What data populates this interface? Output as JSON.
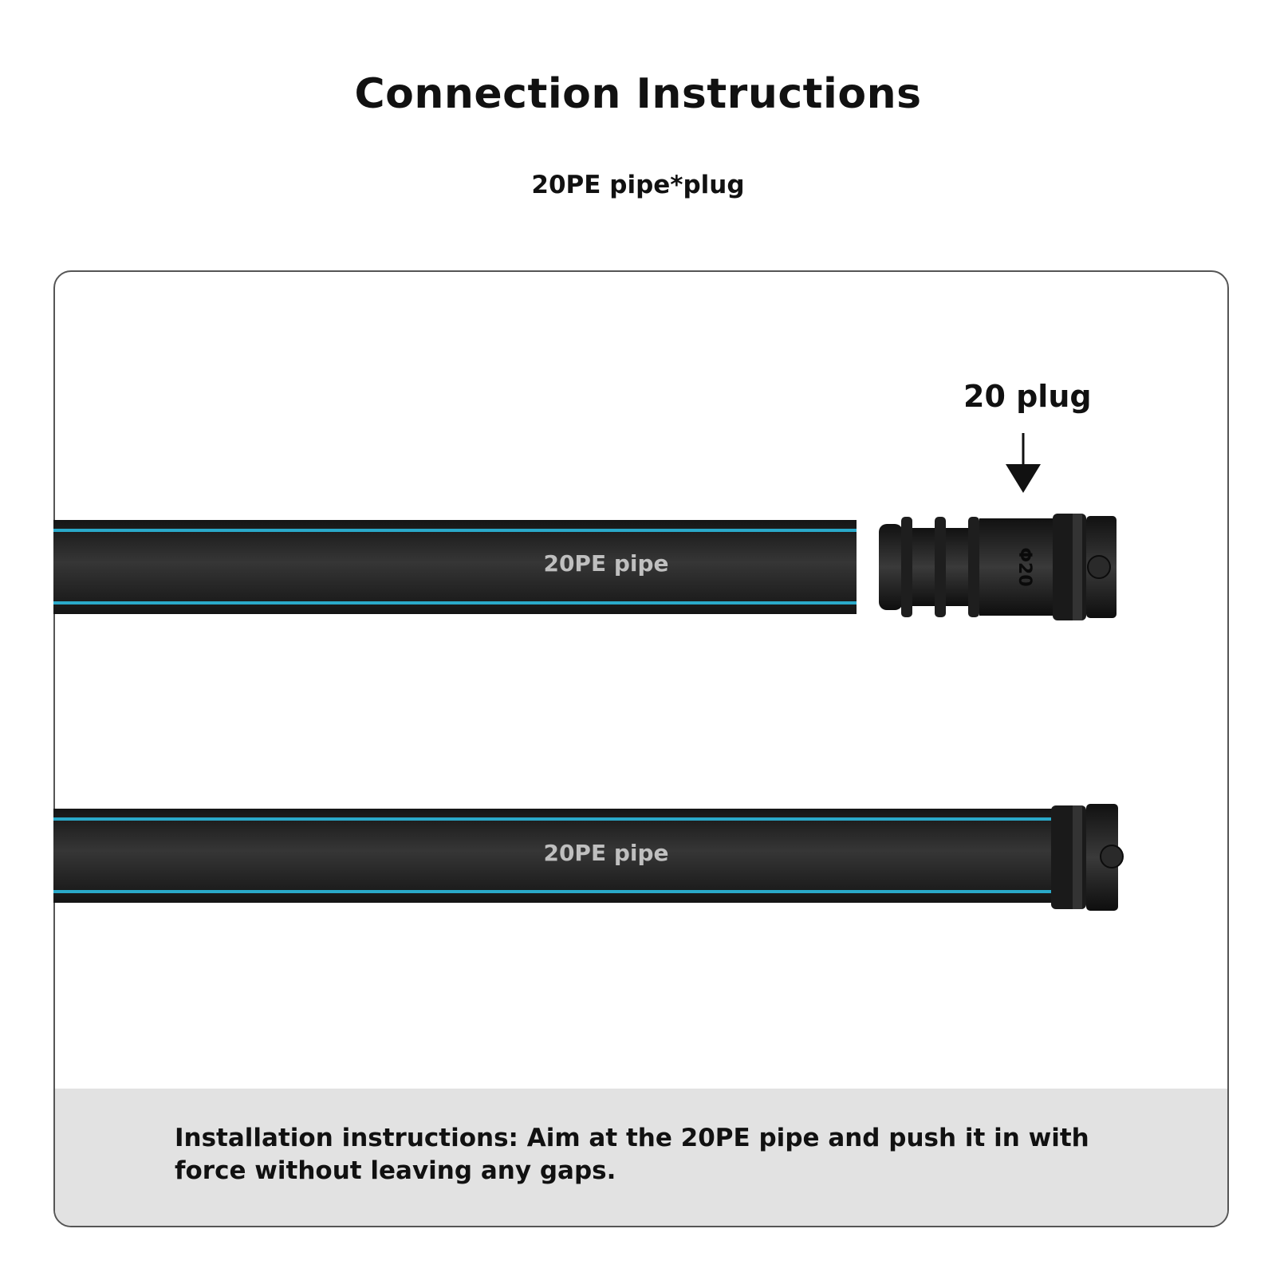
{
  "header": {
    "title": "Connection Instructions",
    "subtitle": "20PE pipe*plug"
  },
  "diagram": {
    "plug_label": "20 plug",
    "pipe_top_label": "20PE pipe",
    "pipe_bottom_label": "20PE pipe",
    "plug_marking": "Φ20"
  },
  "footer": {
    "instructions": "Installation instructions: Aim at the 20PE pipe and push it in with force without leaving any gaps."
  },
  "colors": {
    "pipe_body": "#262626",
    "pipe_stripe": "#2aa9c9",
    "panel_footer": "#e2e2e2"
  }
}
